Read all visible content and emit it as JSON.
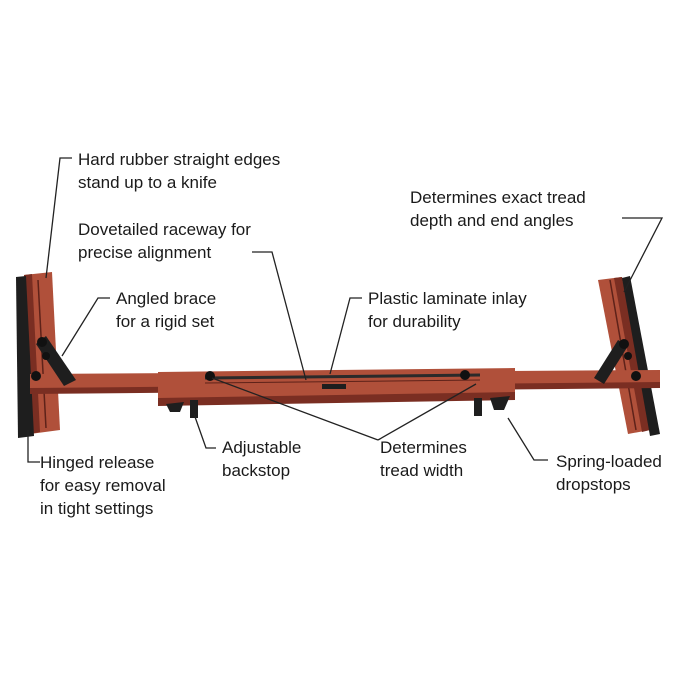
{
  "callouts": {
    "hard_rubber": [
      "Hard rubber straight edges",
      "stand up to a knife"
    ],
    "dovetailed": [
      "Dovetailed raceway for",
      "precise alignment"
    ],
    "angled_brace": [
      "Angled brace",
      "for a rigid set"
    ],
    "plastic_laminate": [
      "Plastic laminate inlay",
      "for durability"
    ],
    "determines_depth": [
      "Determines exact tread",
      "depth and end angles"
    ],
    "hinged_release": [
      "Hinged release",
      "for easy removal",
      "in tight settings"
    ],
    "adjustable_backstop": [
      "Adjustable",
      "backstop"
    ],
    "tread_width": [
      "Determines",
      "tread width"
    ],
    "dropstops": [
      "Spring-loaded",
      "dropstops"
    ]
  },
  "colors": {
    "wood": "#b0503a",
    "wood_dark": "#7a2e22",
    "rubber": "#2a2a2a",
    "hardware": "#1e1e1e",
    "leader": "#222222"
  }
}
